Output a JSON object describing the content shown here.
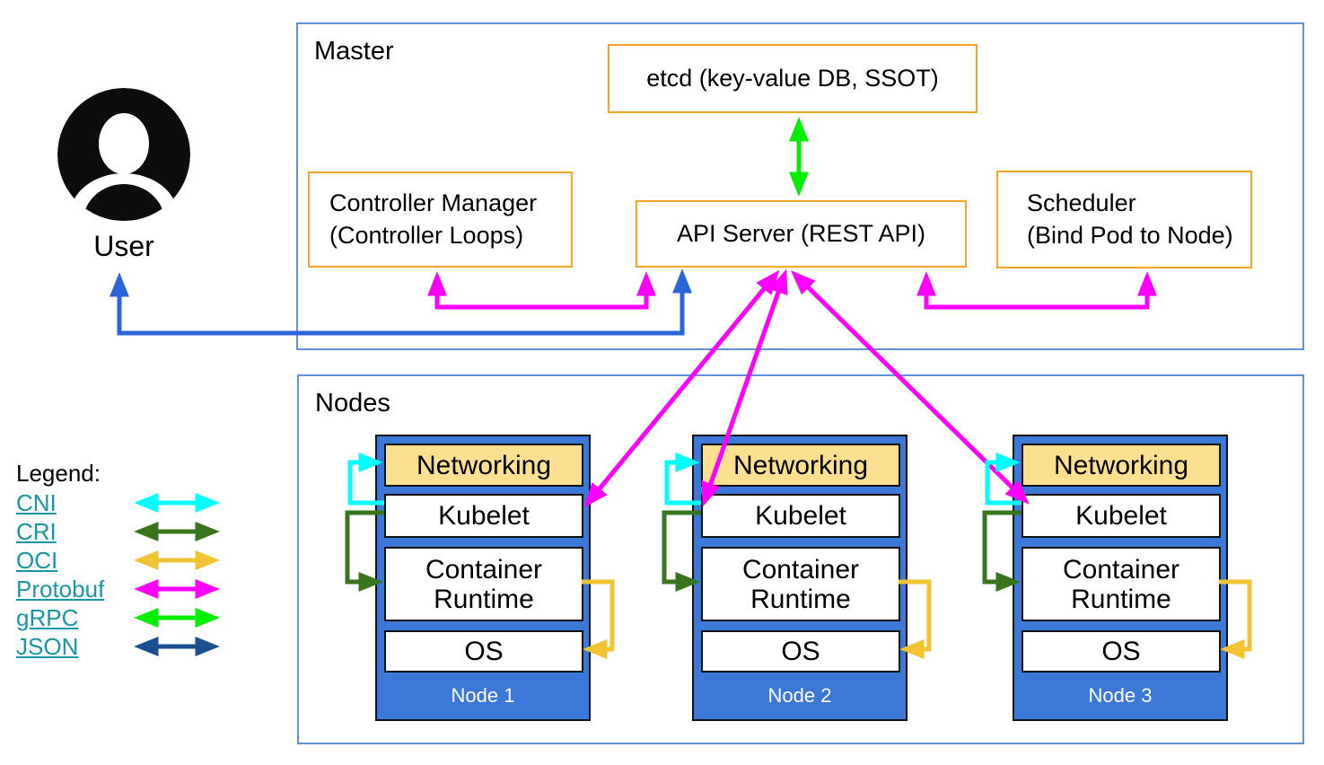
{
  "user": {
    "label": "User",
    "icon": "person-circle-icon"
  },
  "master": {
    "title": "Master",
    "etcd_label": "etcd (key-value DB, SSOT)",
    "controller_manager_line1": "Controller Manager",
    "controller_manager_line2": "(Controller Loops)",
    "api_server_label": "API Server (REST API)",
    "scheduler_line1": "Scheduler",
    "scheduler_line2": "(Bind Pod to Node)"
  },
  "nodes": {
    "title": "Nodes",
    "layer_networking": "Networking",
    "layer_kubelet": "Kubelet",
    "layer_runtime": "Container Runtime",
    "layer_os": "OS",
    "items": [
      {
        "label": "Node 1"
      },
      {
        "label": "Node 2"
      },
      {
        "label": "Node 3"
      }
    ]
  },
  "legend": {
    "title": "Legend:",
    "items": [
      {
        "label": "CNI"
      },
      {
        "label": "CRI"
      },
      {
        "label": "OCI"
      },
      {
        "label": "Protobuf"
      },
      {
        "label": "gRPC"
      },
      {
        "label": "JSON"
      }
    ]
  },
  "colors": {
    "cni": "#00ffff",
    "cri": "#38761d",
    "oci": "#f1c232",
    "protobuf": "#ff00ff",
    "grpc": "#00ee00",
    "json": "#1b4f93",
    "user_link": "#2b66d9",
    "frame_border": "#6191d6",
    "box_border": "#f5a623",
    "node_fill": "#3c78d8",
    "networking_fill": "#fce08f",
    "node_label_text": "#ffffff",
    "legend_link_text": "#1796a5"
  }
}
